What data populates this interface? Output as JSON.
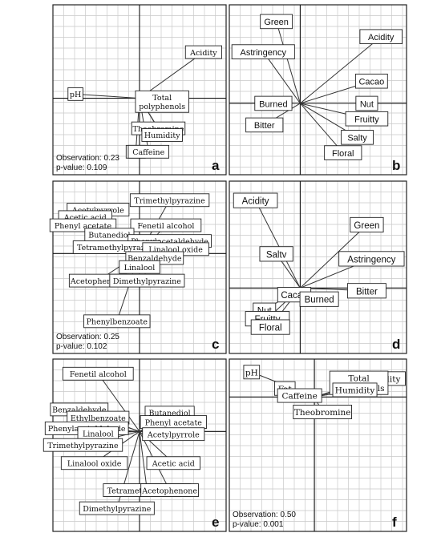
{
  "chart_data": [
    {
      "type": "scatter",
      "panel_letter": "a",
      "stats": {
        "observation": "Observation: 0.23",
        "p_value": "p-value: 0.109"
      },
      "variables": [
        {
          "label": "Acidity",
          "x": 0.85,
          "y": 0.55
        },
        {
          "label": "pH",
          "x": -0.85,
          "y": 0.05
        },
        {
          "label": "Total polyphenols",
          "x": 0.3,
          "y": -0.05
        },
        {
          "label": "Theobromine",
          "x": 0.25,
          "y": -0.45
        },
        {
          "label": "Humidity",
          "x": 0.3,
          "y": -0.55
        },
        {
          "label": "Fat",
          "x": -0.05,
          "y": -0.8
        },
        {
          "label": "Caffeine",
          "x": 0.12,
          "y": -0.8
        }
      ]
    },
    {
      "type": "scatter",
      "panel_letter": "b",
      "variables": [
        {
          "label": "Green",
          "x": -0.4,
          "y": 0.92
        },
        {
          "label": "Acidity",
          "x": 0.85,
          "y": 0.75
        },
        {
          "label": "Astringency",
          "x": -0.62,
          "y": 0.58
        },
        {
          "label": "Cacao",
          "x": 0.75,
          "y": 0.25
        },
        {
          "label": "Burned",
          "x": -0.45,
          "y": 0.0
        },
        {
          "label": "Nut",
          "x": 0.7,
          "y": 0.0
        },
        {
          "label": "Fruitty",
          "x": 0.7,
          "y": -0.25
        },
        {
          "label": "Bitter",
          "x": -0.6,
          "y": -0.35
        },
        {
          "label": "Salty",
          "x": 0.6,
          "y": -0.55
        },
        {
          "label": "Floral",
          "x": 0.45,
          "y": -0.8
        }
      ]
    },
    {
      "type": "scatter",
      "panel_letter": "c",
      "stats": {
        "observation": "Observation: 0.25",
        "p_value": "p-value: 0.102"
      },
      "variables": [
        {
          "label": "Trimethylpyrazine",
          "x": 0.4,
          "y": 0.85
        },
        {
          "label": "Acetylpyrrole",
          "x": -0.55,
          "y": 0.7
        },
        {
          "label": "Acetic acid",
          "x": -0.72,
          "y": 0.58
        },
        {
          "label": "Phenyl acetate",
          "x": -0.75,
          "y": 0.45
        },
        {
          "label": "Fenetil alcohol",
          "x": 0.35,
          "y": 0.45
        },
        {
          "label": "Butanediol",
          "x": -0.4,
          "y": 0.3
        },
        {
          "label": "Phenylacetaldehyde",
          "x": 0.4,
          "y": 0.2
        },
        {
          "label": "Tetramethylpyrazine",
          "x": -0.3,
          "y": 0.1
        },
        {
          "label": "Linalool oxide",
          "x": 0.48,
          "y": 0.07
        },
        {
          "label": "Benzaldehyde",
          "x": 0.2,
          "y": -0.05
        },
        {
          "label": "Linalool",
          "x": 0.0,
          "y": -0.15
        },
        {
          "label": "Acetophenone",
          "x": -0.55,
          "y": -0.3
        },
        {
          "label": "Dimethylpyrazine",
          "x": 0.1,
          "y": -0.3
        },
        {
          "label": "Phenylbenzoate",
          "x": -0.3,
          "y": -0.75
        }
      ]
    },
    {
      "type": "scatter",
      "panel_letter": "d",
      "variables": [
        {
          "label": "Acidity",
          "x": -0.75,
          "y": 0.9
        },
        {
          "label": "Green",
          "x": 0.7,
          "y": 0.65
        },
        {
          "label": "Saltv",
          "x": -0.4,
          "y": 0.35
        },
        {
          "label": "Astringency",
          "x": 0.75,
          "y": 0.3
        },
        {
          "label": "Bitter",
          "x": 0.7,
          "y": -0.05
        },
        {
          "label": "Cacao",
          "x": -0.1,
          "y": -0.12
        },
        {
          "label": "Burned",
          "x": 0.2,
          "y": -0.2
        },
        {
          "label": "Nut",
          "x": -0.6,
          "y": -0.4
        },
        {
          "label": "Fruitty",
          "x": -0.55,
          "y": -0.55
        },
        {
          "label": "Floral",
          "x": -0.5,
          "y": -0.7
        }
      ]
    },
    {
      "type": "scatter",
      "panel_letter": "e",
      "variables": [
        {
          "label": "Fenetil alcohol",
          "x": -0.55,
          "y": 0.92
        },
        {
          "label": "Benzaldehyde",
          "x": -0.8,
          "y": 0.35
        },
        {
          "label": "Butanediol",
          "x": 0.4,
          "y": 0.3
        },
        {
          "label": "Ethylbenzoate",
          "x": -0.55,
          "y": 0.22
        },
        {
          "label": "Phenyl acetate",
          "x": 0.45,
          "y": 0.15
        },
        {
          "label": "Phenylacetaldehyde",
          "x": -0.7,
          "y": 0.05
        },
        {
          "label": "Linalool",
          "x": -0.55,
          "y": -0.02
        },
        {
          "label": "Acetylpyrrole",
          "x": 0.45,
          "y": -0.03
        },
        {
          "label": "Trimethylpyrazine",
          "x": -0.75,
          "y": -0.15
        },
        {
          "label": "Acetic acid",
          "x": 0.45,
          "y": -0.35
        },
        {
          "label": "Linalool oxide",
          "x": -0.6,
          "y": -0.35
        },
        {
          "label": "Tetramethylpyrazine",
          "x": 0.1,
          "y": -0.65
        },
        {
          "label": "Acetophenone",
          "x": 0.4,
          "y": -0.65
        },
        {
          "label": "Dimethylpyrazine",
          "x": -0.3,
          "y": -0.85
        }
      ]
    },
    {
      "type": "scatter",
      "panel_letter": "f",
      "stats": {
        "observation": "Observation: 0.50",
        "p_value": "p-value: 0.001"
      },
      "variables": [
        {
          "label": "pH",
          "x": -0.85,
          "y": 0.88
        },
        {
          "label": "Acidity",
          "x": 0.88,
          "y": 0.65
        },
        {
          "label": "Total polyphenols",
          "x": 0.55,
          "y": 0.5
        },
        {
          "label": "Fat",
          "x": -0.4,
          "y": 0.3
        },
        {
          "label": "Humidity",
          "x": 0.5,
          "y": 0.25
        },
        {
          "label": "Caffeine",
          "x": -0.2,
          "y": 0.05
        },
        {
          "label": "Theobromine",
          "x": 0.1,
          "y": -0.12
        }
      ]
    }
  ]
}
